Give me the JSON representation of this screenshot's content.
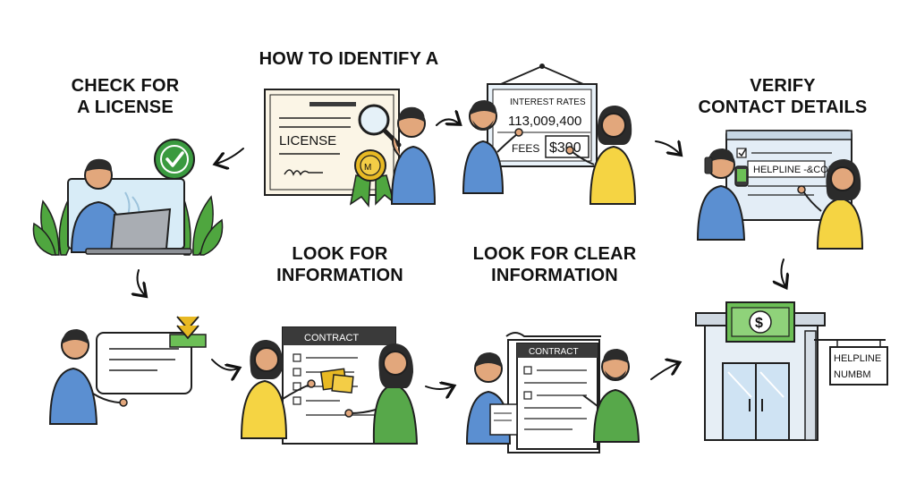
{
  "headings": {
    "top_center": "HOW TO IDENTIFY A",
    "check_license": [
      "CHECK FOR",
      "A LICENSE"
    ],
    "verify_contact": [
      "VERIFY",
      "CONTACT DETAILS"
    ],
    "look_for_information": [
      "LOOK FOR",
      "INFORMATION"
    ],
    "look_for_clear_information": [
      "LOOK FOR CLEAR",
      "INFORMATION"
    ]
  },
  "illustrations": {
    "license_certificate": "LICENSE",
    "rates_board": {
      "title": "INTEREST RATES",
      "rate": "113,009,400",
      "fees_label": "FEES",
      "fees_value": "$300"
    },
    "website_screen": "HELPLINE -&COM",
    "contract_left": "CONTRACT",
    "contract_right": "CONTRACT",
    "bank_sign": [
      "HELPLINE",
      "NUMBM"
    ],
    "bank_currency": "$"
  },
  "colors": {
    "yellow_shirt": "#f5d443",
    "blue_shirt": "#5b8fd1",
    "green_shirt": "#57a84a",
    "skin": "#e2a77c",
    "hair": "#2b2b2b",
    "leaf": "#4fa63f",
    "check_green": "#3a9a3f",
    "gold": "#e8b923",
    "paper": "#fbf5e6",
    "bank_blue": "#cfe3f3",
    "cash_green": "#6cbf56"
  }
}
